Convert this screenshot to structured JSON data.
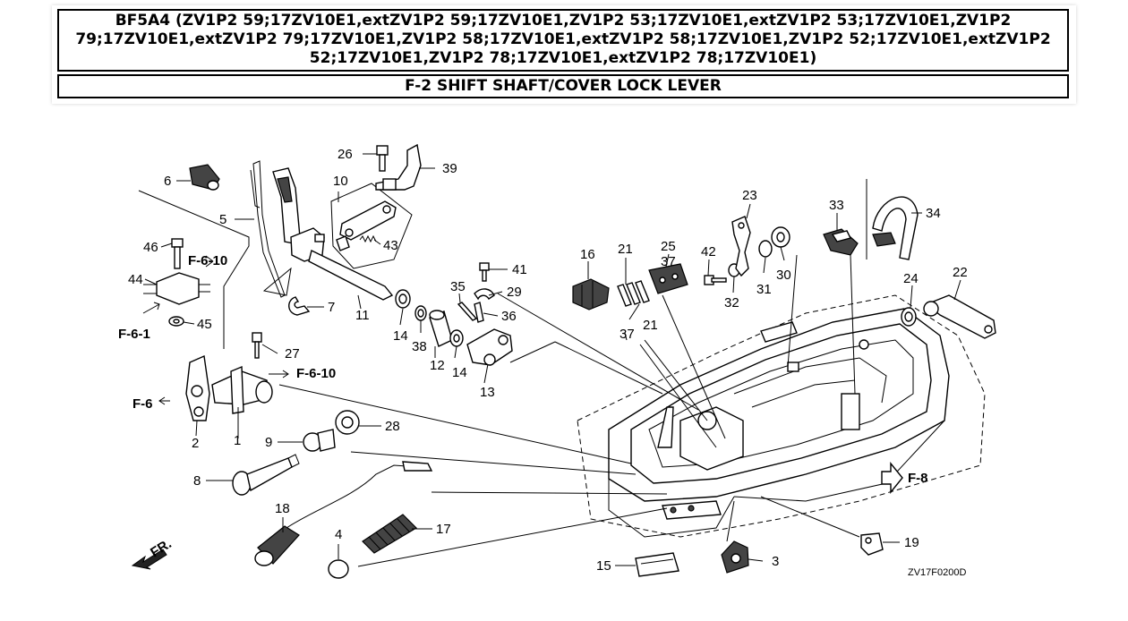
{
  "header": {
    "model": "BF5A4 (ZV1P2 59;17ZV10E1,extZV1P2 59;17ZV10E1,ZV1P2 53;17ZV10E1,extZV1P2 53;17ZV10E1,ZV1P2 79;17ZV10E1,extZV1P2 79;17ZV10E1,ZV1P2 58;17ZV10E1,extZV1P2 58;17ZV10E1,ZV1P2 52;17ZV10E1,extZV1P2 52;17ZV10E1,ZV1P2 78;17ZV10E1,extZV1P2 78;17ZV10E1)",
    "section": "F-2 SHIFT SHAFT/COVER LOCK LEVER"
  },
  "diagram": {
    "callouts": [
      "1",
      "2",
      "3",
      "4",
      "5",
      "6",
      "7",
      "8",
      "9",
      "10",
      "11",
      "12",
      "13",
      "14",
      "14",
      "15",
      "16",
      "17",
      "18",
      "19",
      "21",
      "21",
      "22",
      "23",
      "24",
      "25",
      "26",
      "27",
      "28",
      "29",
      "30",
      "31",
      "32",
      "33",
      "34",
      "35",
      "36",
      "37",
      "37",
      "38",
      "39",
      "41",
      "42",
      "43",
      "44",
      "45",
      "46"
    ],
    "references": [
      "F-6-10",
      "F-6-10",
      "F-6-1",
      "F-6",
      "F-8"
    ],
    "front_marker": "FR.",
    "drawing_code": "ZV17F0200D"
  }
}
